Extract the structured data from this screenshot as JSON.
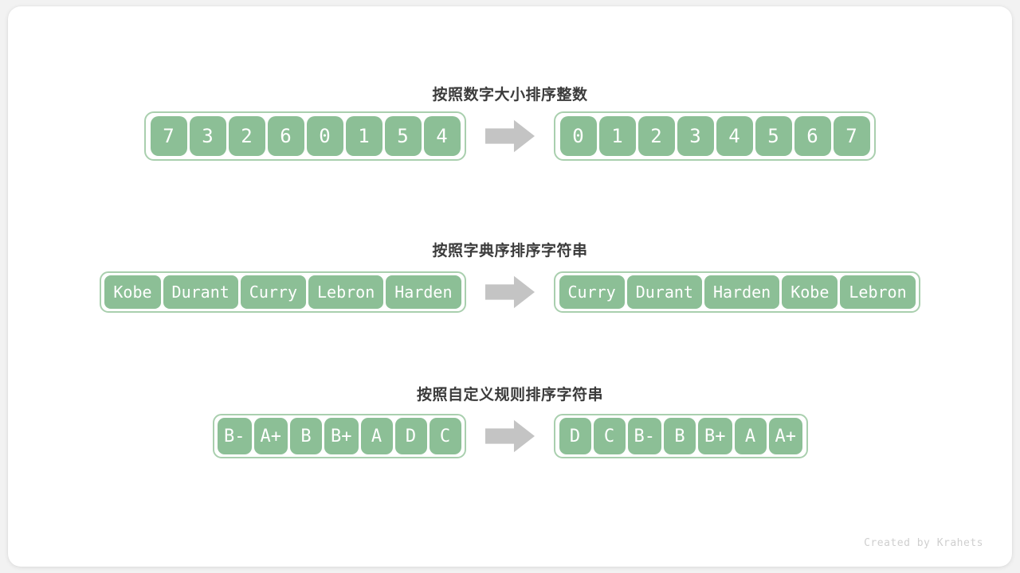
{
  "footer": {
    "credit": "Created by Krahets"
  },
  "arrow": {
    "glyph": "right-arrow",
    "color": "#c4c4c4"
  },
  "colors": {
    "cell_fill": "#8cbf96",
    "cell_text": "#ffffff",
    "container_border": "#a9cfae",
    "title_text": "#3b3b3b",
    "page_background": "#f2f2f2",
    "card_background": "#ffffff",
    "footer_text": "#cfcfcf"
  },
  "sections": [
    {
      "id": "sort-integers",
      "title": "按照数字大小排序整数",
      "input": [
        "7",
        "3",
        "2",
        "6",
        "0",
        "1",
        "5",
        "4"
      ],
      "output": [
        "0",
        "1",
        "2",
        "3",
        "4",
        "5",
        "6",
        "7"
      ]
    },
    {
      "id": "sort-strings-lexicographic",
      "title": "按照字典序排序字符串",
      "input": [
        "Kobe",
        "Durant",
        "Curry",
        "Lebron",
        "Harden"
      ],
      "output": [
        "Curry",
        "Durant",
        "Harden",
        "Kobe",
        "Lebron"
      ]
    },
    {
      "id": "sort-strings-custom",
      "title": "按照自定义规则排序字符串",
      "input": [
        "B-",
        "A+",
        "B",
        "B+",
        "A",
        "D",
        "C"
      ],
      "output": [
        "D",
        "C",
        "B-",
        "B",
        "B+",
        "A",
        "A+"
      ]
    }
  ]
}
